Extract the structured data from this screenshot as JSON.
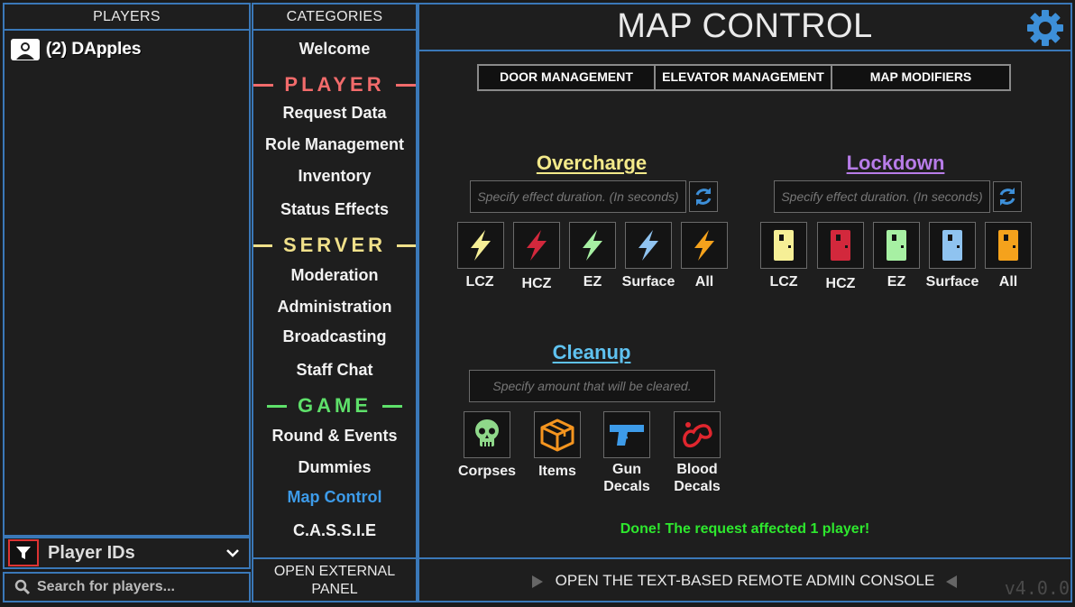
{
  "players_panel": {
    "header": "PLAYERS",
    "player_entry": "(2) DApples",
    "id_selector": "Player IDs",
    "search_placeholder": "Search for players..."
  },
  "categories_panel": {
    "header": "CATEGORIES",
    "welcome": "Welcome",
    "sections": {
      "player": "PLAYER",
      "server": "SERVER",
      "game": "GAME"
    },
    "items": {
      "request_data": "Request Data",
      "role_management": "Role Management",
      "inventory": "Inventory",
      "status_effects": "Status Effects",
      "moderation": "Moderation",
      "administration": "Administration",
      "broadcasting": "Broadcasting",
      "staff_chat": "Staff Chat",
      "round_events": "Round & Events",
      "dummies": "Dummies",
      "map_control": "Map Control",
      "cassie": "C.A.S.S.I.E"
    },
    "external_button": "OPEN EXTERNAL PANEL"
  },
  "main": {
    "title": "MAP CONTROL",
    "tabs": [
      "DOOR MANAGEMENT",
      "ELEVATOR MANAGEMENT",
      "MAP MODIFIERS"
    ],
    "overcharge": {
      "title": "Overcharge",
      "placeholder": "Specify effect duration. (In seconds)",
      "zones": [
        "LCZ",
        "HCZ",
        "EZ",
        "Surface",
        "All"
      ]
    },
    "lockdown": {
      "title": "Lockdown",
      "placeholder": "Specify effect duration. (In seconds)",
      "zones": [
        "LCZ",
        "HCZ",
        "EZ",
        "Surface",
        "All"
      ]
    },
    "cleanup": {
      "title": "Cleanup",
      "placeholder": "Specify amount that will be cleared.",
      "corpses": "Corpses",
      "items": "Items",
      "gun_decals_line1": "Gun",
      "gun_decals_line2": "Decals",
      "blood_decals_line1": "Blood",
      "blood_decals_line2": "Decals"
    },
    "status_message": "Done! The request affected 1 player!",
    "console_button": "OPEN THE TEXT-BASED REMOTE ADMIN CONSOLE",
    "version": "v4.0.0"
  },
  "colors": {
    "border": "#3a78b8",
    "player_section": "#f26b6b",
    "server_section": "#f0e08a",
    "game_section": "#5ee06a",
    "active_item": "#3d9be9",
    "overcharge_title": "#f3e98a",
    "lockdown_title": "#b77ce8",
    "cleanup_title": "#5fc2f0",
    "zone_lcz": "#f6ef96",
    "zone_hcz": "#d2283c",
    "zone_ez": "#a7f0a3",
    "zone_surface": "#8fc3f0",
    "zone_all": "#f5a21c",
    "status_ok": "#2ee82e"
  },
  "icons": {
    "overcharge": "lightning-bolt-icon",
    "lockdown": "door-icon",
    "corpses": "skull-icon",
    "items": "box-icon",
    "gun_decals": "pistol-icon",
    "blood_decals": "blood-splatter-icon",
    "settings": "gear-icon",
    "refresh": "refresh-icon",
    "filter": "filter-icon",
    "search": "magnifier-icon",
    "dropdown": "chevron-down-icon"
  }
}
